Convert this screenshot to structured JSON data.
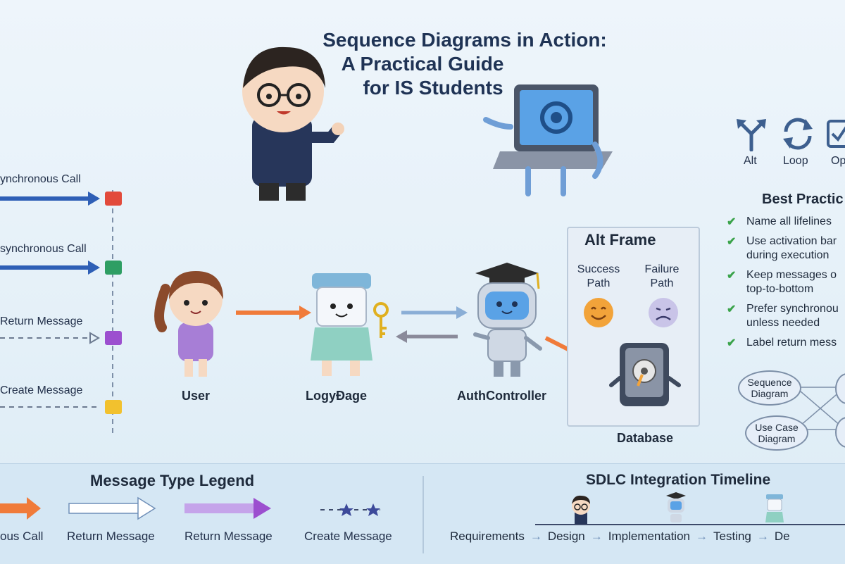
{
  "title": {
    "line1": "Sequence Diagrams in Action:",
    "line2": "A Practical Guide",
    "line3": "for IS Students"
  },
  "message_types": [
    {
      "label": "ynchronous Call",
      "color": "#e24a3b"
    },
    {
      "label": "synchronous Call",
      "color": "#2e9e63"
    },
    {
      "label": "Return Message",
      "color": "#9c4fcf"
    },
    {
      "label": "Create Message",
      "color": "#f2c12e"
    }
  ],
  "participants": {
    "user": "User",
    "login_page": "LogyÐage",
    "auth_controller": "AuthController",
    "database": "Database"
  },
  "alt_frame": {
    "title": "Alt Frame",
    "success": "Success\nPath",
    "failure": "Failure\nPath"
  },
  "fragments": {
    "alt": "Alt",
    "loop": "Loop",
    "opt": "Op"
  },
  "best_practices": {
    "heading": "Best Practic",
    "items": [
      "Name all lifelines",
      "Use activation bar\nduring execution",
      "Keep messages o\ntop-to-bottom",
      "Prefer synchronou\nunless needed",
      "Label return mess"
    ]
  },
  "related": {
    "sequence": "Sequence\nDiagram",
    "usecase": "Use Case\nDiagram"
  },
  "legend": {
    "heading": "Message Type Legend",
    "items": [
      "ous Call",
      "Return Message",
      "Return Message",
      "Create Message"
    ]
  },
  "timeline": {
    "heading": "SDLC Integration Timeline",
    "steps": [
      "Requirements",
      "Design",
      "Implementation",
      "Testing",
      "De"
    ]
  }
}
